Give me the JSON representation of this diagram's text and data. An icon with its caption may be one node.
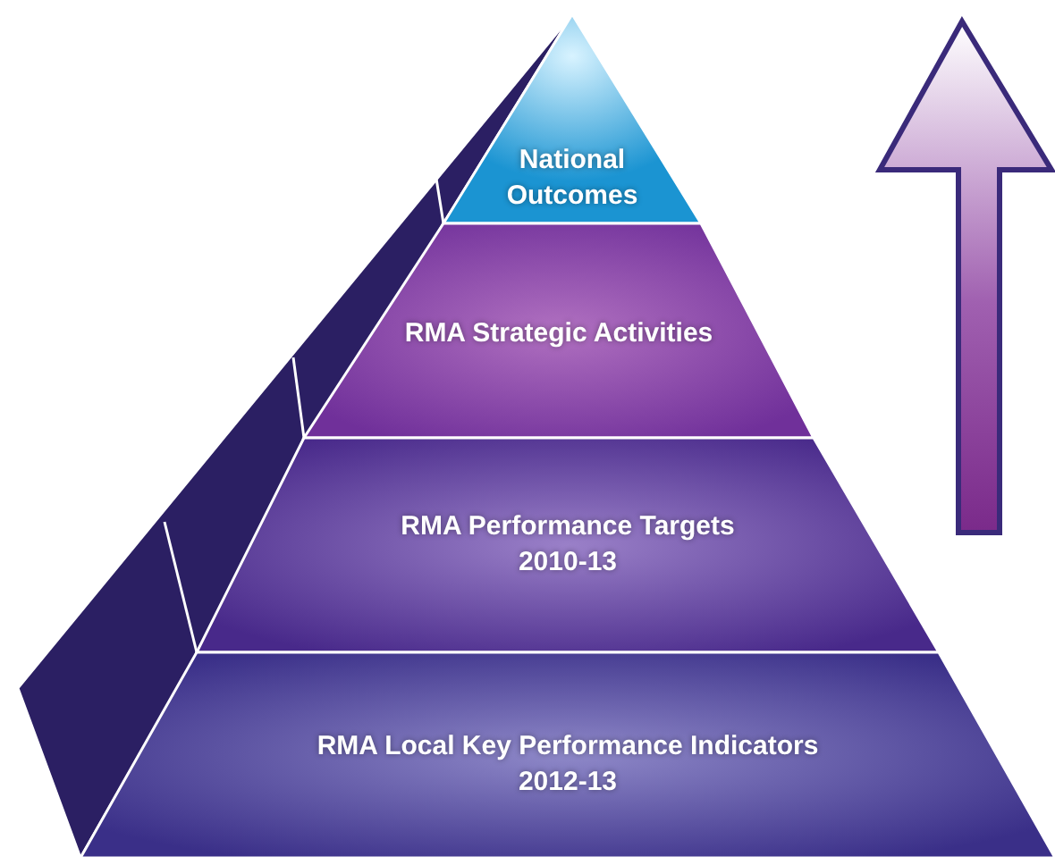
{
  "diagram": {
    "nodes": [
      {
        "text": [
          "National Outcomes"
        ]
      },
      {
        "text": [
          "RMA Strategic Activities"
        ]
      },
      {
        "text": [
          "RMA Performance Targets 2010-13"
        ]
      },
      {
        "text": [
          "RMA Local Key Performance Indicators 2012-13"
        ]
      }
    ]
  }
}
